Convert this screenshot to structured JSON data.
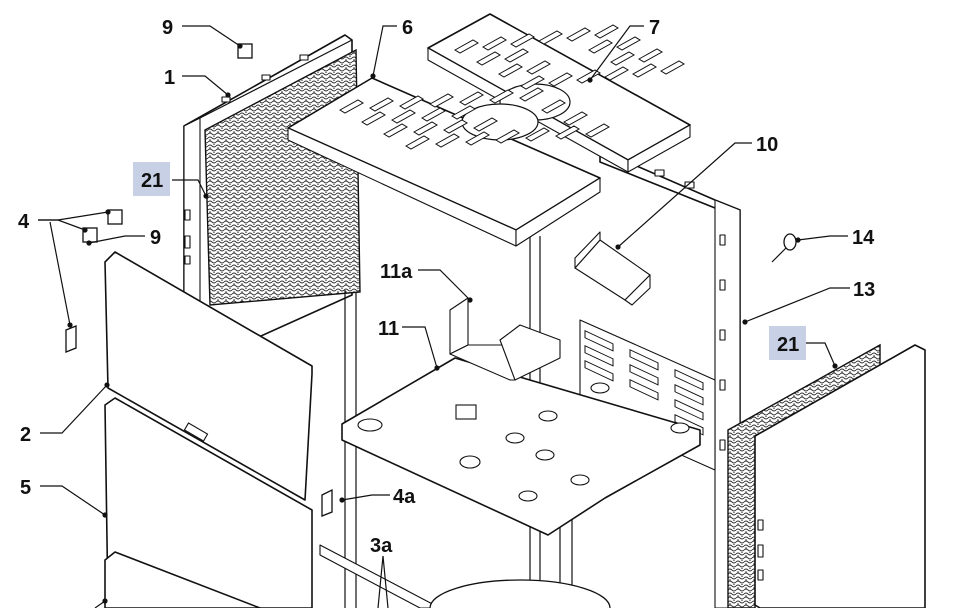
{
  "diagram": {
    "highlight_color": "#c8d0e6",
    "labels": [
      {
        "id": "lbl-9-top",
        "text": "9"
      },
      {
        "id": "lbl-1",
        "text": "1"
      },
      {
        "id": "lbl-6",
        "text": "6"
      },
      {
        "id": "lbl-7",
        "text": "7"
      },
      {
        "id": "lbl-21-left",
        "text": "21",
        "highlighted": true
      },
      {
        "id": "lbl-10",
        "text": "10"
      },
      {
        "id": "lbl-4",
        "text": "4"
      },
      {
        "id": "lbl-9-left",
        "text": "9"
      },
      {
        "id": "lbl-14",
        "text": "14"
      },
      {
        "id": "lbl-11a",
        "text": "11a"
      },
      {
        "id": "lbl-13",
        "text": "13"
      },
      {
        "id": "lbl-11",
        "text": "11"
      },
      {
        "id": "lbl-21-right",
        "text": "21",
        "highlighted": true
      },
      {
        "id": "lbl-2",
        "text": "2"
      },
      {
        "id": "lbl-5",
        "text": "5"
      },
      {
        "id": "lbl-4a",
        "text": "4a"
      },
      {
        "id": "lbl-3a",
        "text": "3a"
      }
    ]
  }
}
